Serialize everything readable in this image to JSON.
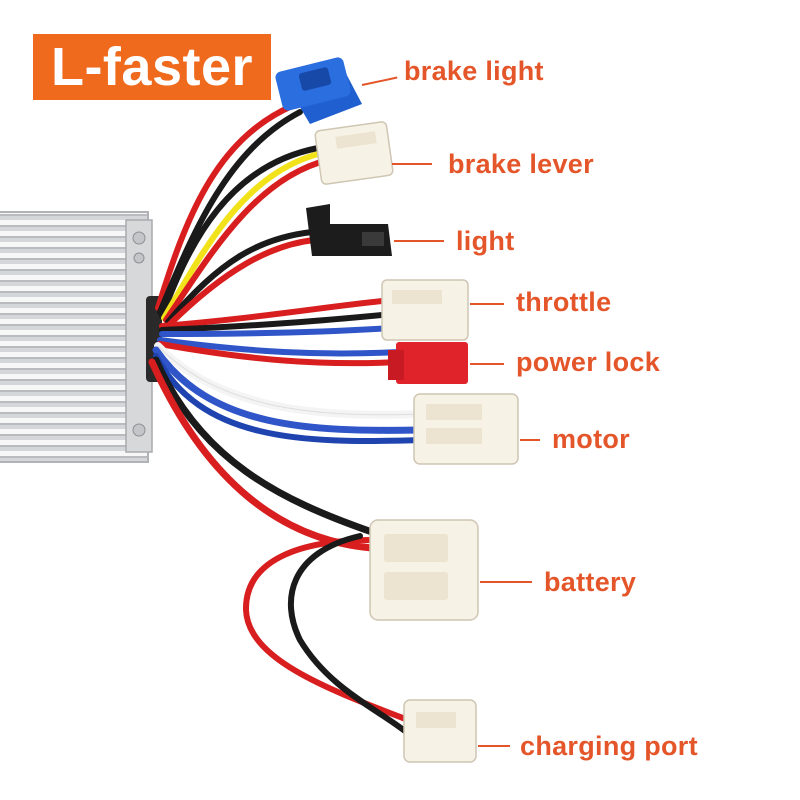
{
  "brand": {
    "logo_text": "L-faster"
  },
  "labels": {
    "brake_light": "brake light",
    "brake_lever": "brake lever",
    "light": "light",
    "throttle": "throttle",
    "power_lock": "power lock",
    "motor": "motor",
    "battery": "battery",
    "charging_port": "charging port"
  },
  "colors": {
    "brand": "#ef6a1c",
    "label_text": "#e4562a",
    "wire_red": "#d81e1e",
    "wire_black": "#1a1a1a",
    "wire_yellow": "#f2e21a",
    "wire_blue": "#2f55c8",
    "wire_white": "#f4f4f4",
    "connector_blue": "#1f5fd0",
    "connector_red": "#e0232a",
    "connector_white": "#f7f2e6",
    "controller_body": "#d9dadc"
  }
}
